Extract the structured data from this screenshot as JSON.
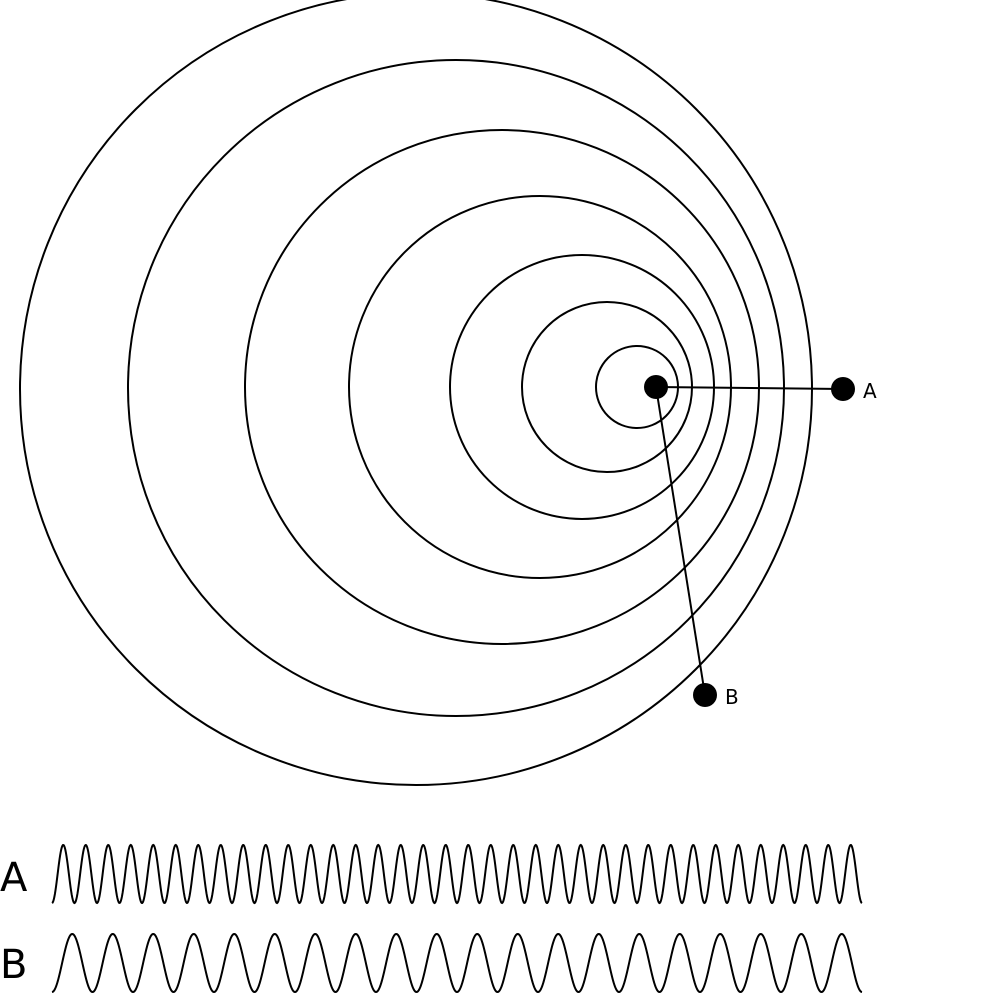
{
  "points": [
    {
      "id": "A",
      "label": "A"
    },
    {
      "id": "B",
      "label": "B"
    }
  ],
  "waves": [
    {
      "label": "A",
      "cycles": 36
    },
    {
      "label": "B",
      "cycles": 20
    }
  ],
  "colors": {
    "line": "#000000",
    "background": "#ffffff"
  }
}
